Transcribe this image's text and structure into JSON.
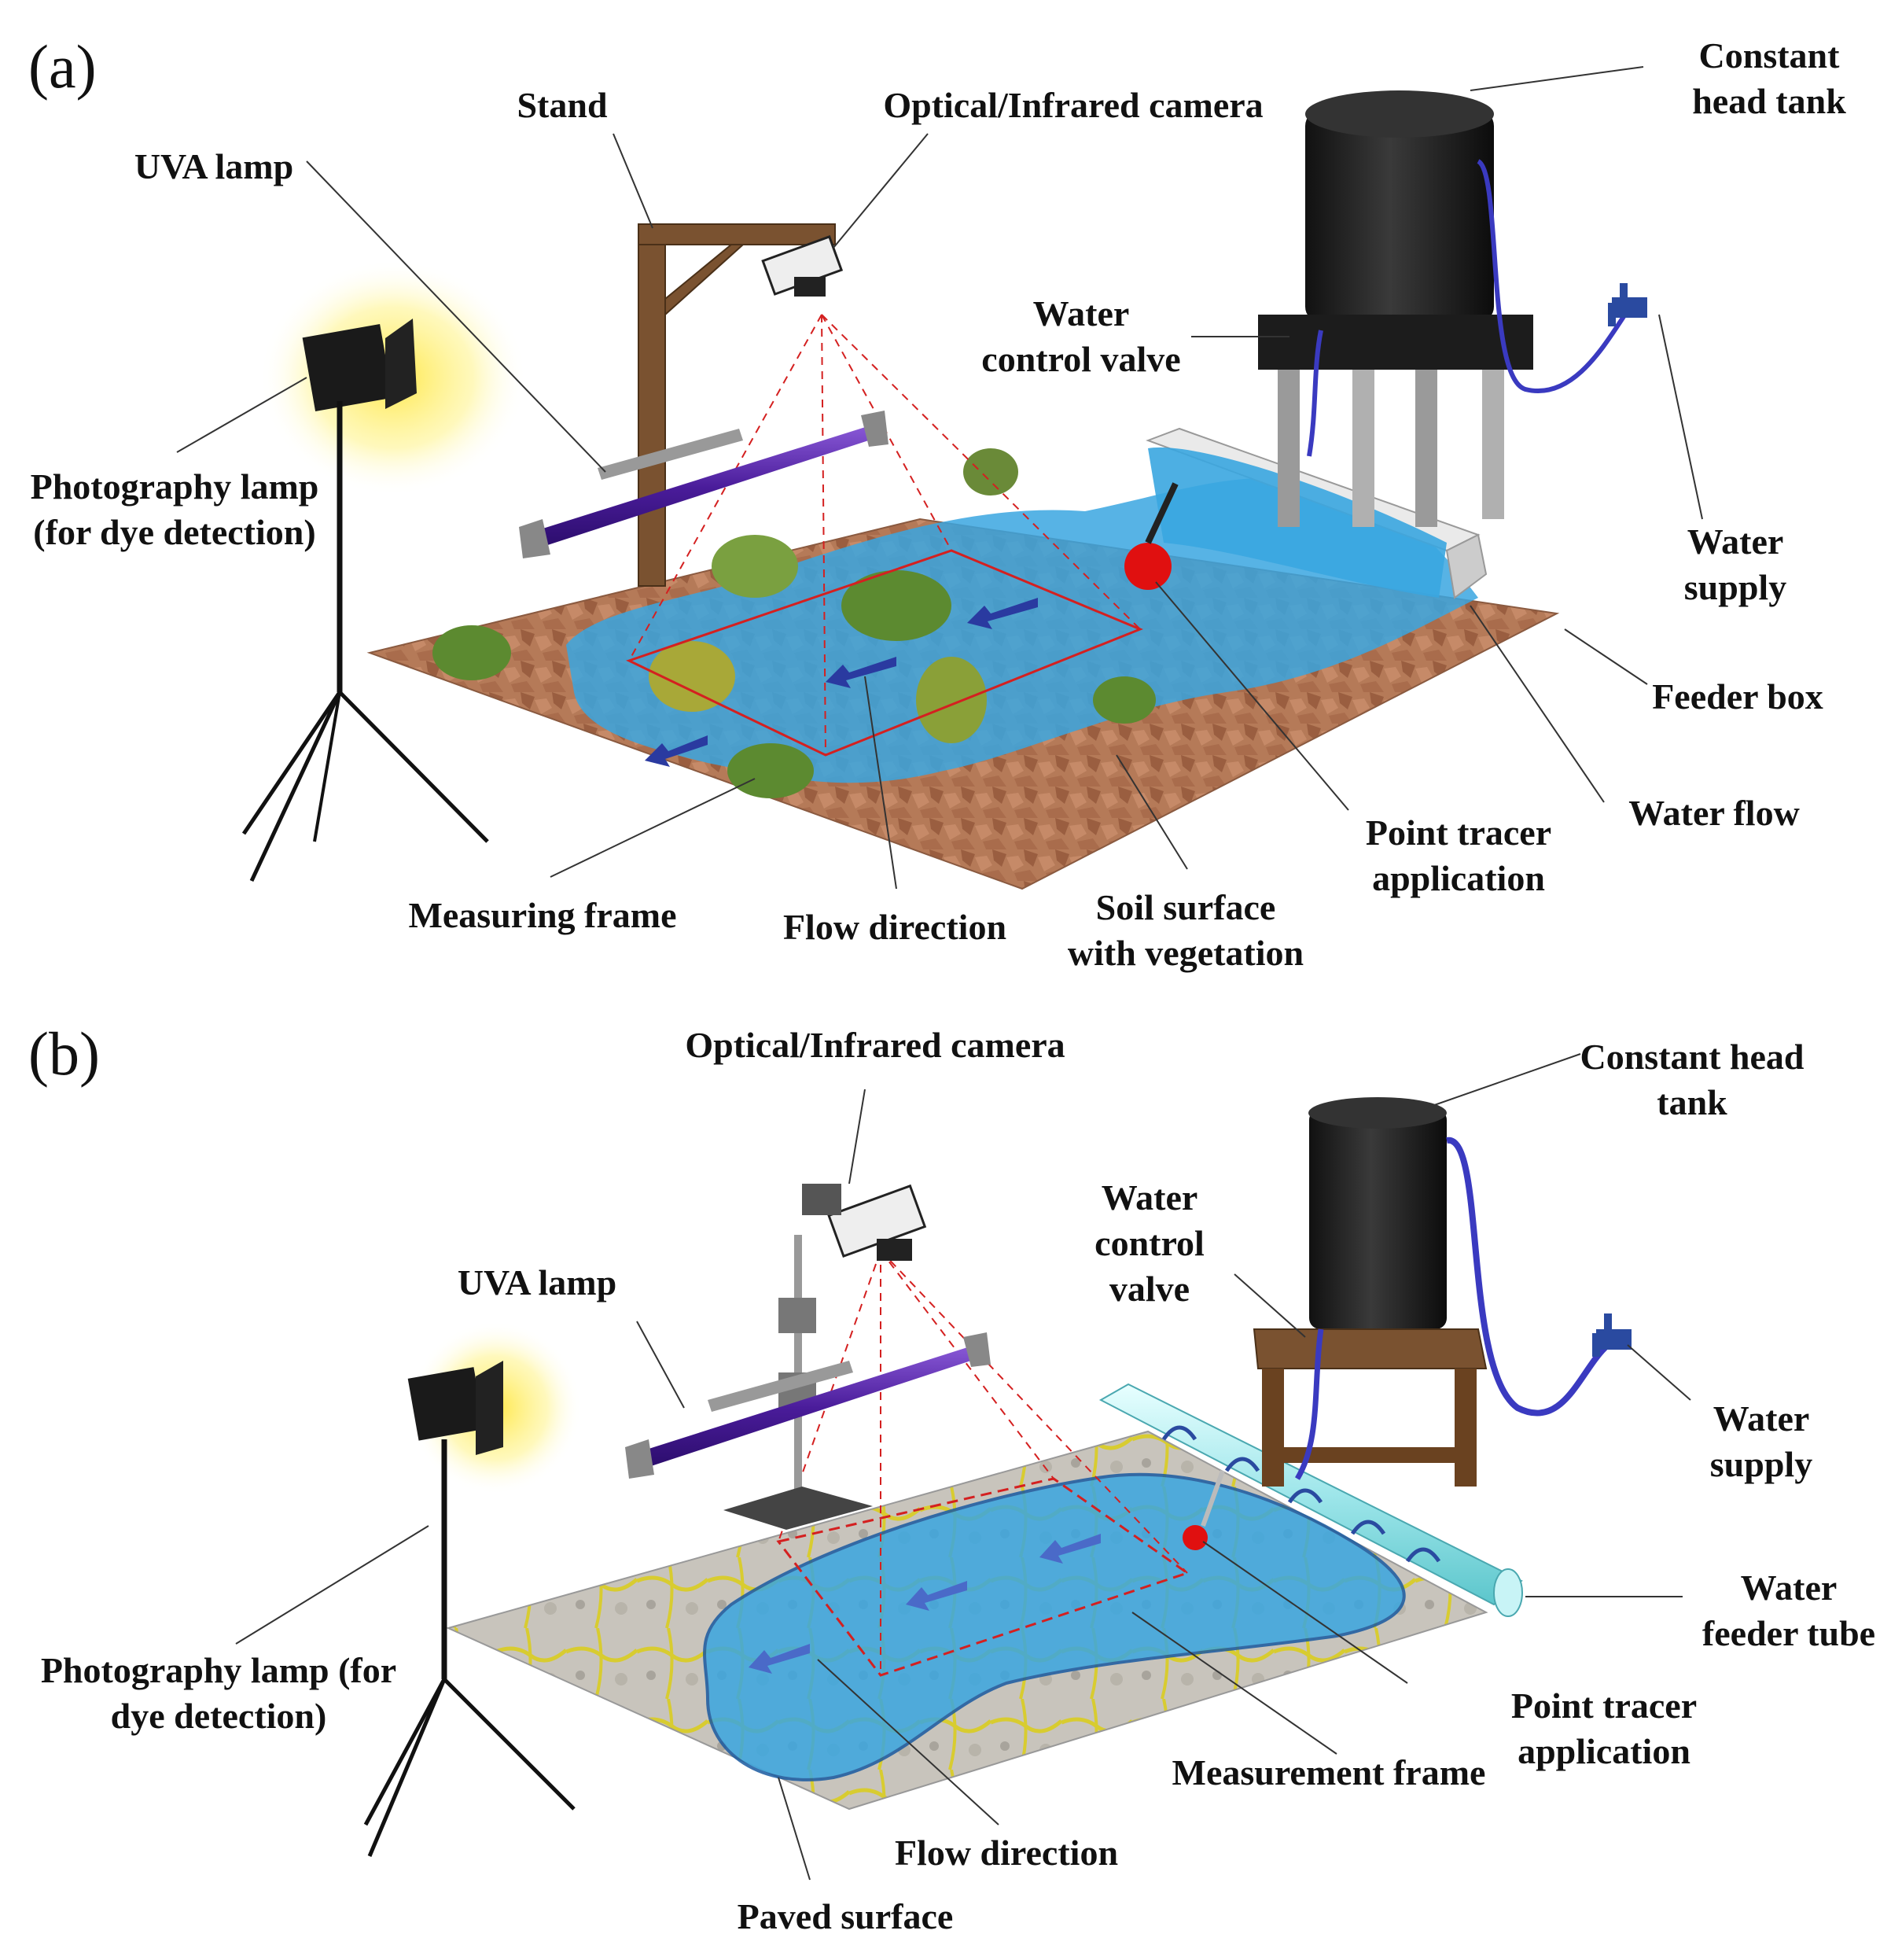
{
  "panels": {
    "a": {
      "letter": "(a)",
      "labels": {
        "constant_head_tank": [
          "Constant",
          "head tank"
        ],
        "stand": "Stand",
        "camera": "Optical/Infrared camera",
        "uva_lamp": "UVA lamp",
        "water_control_valve": [
          "Water",
          "control valve"
        ],
        "photography_lamp": [
          "Photography lamp",
          "(for dye detection)"
        ],
        "water_supply": [
          "Water",
          "supply"
        ],
        "feeder_box": "Feeder box",
        "water_flow": "Water flow",
        "point_tracer": [
          "Point tracer",
          "application"
        ],
        "measuring_frame": "Measuring frame",
        "flow_direction": "Flow direction",
        "soil_surface": [
          "Soil surface",
          "with vegetation"
        ]
      }
    },
    "b": {
      "letter": "(b)",
      "labels": {
        "camera": "Optical/Infrared  camera",
        "constant_head_tank": [
          "Constant head",
          "tank"
        ],
        "water_control_valve": [
          "Water",
          "control",
          "valve"
        ],
        "uva_lamp": "UVA lamp",
        "water_supply": [
          "Water",
          "supply"
        ],
        "water_feeder_tube": [
          "Water",
          "feeder tube"
        ],
        "photography_lamp": [
          "Photography lamp  (for",
          "dye detection)"
        ],
        "point_tracer": [
          "Point tracer",
          "application"
        ],
        "measurement_frame": "Measurement  frame",
        "flow_direction": "Flow direction",
        "paved_surface": "Paved surface"
      }
    }
  },
  "colors": {
    "water": "#3aa6e0",
    "soil": "#b07050",
    "uv_tube": "#5a2ca0",
    "frame": "#d42020",
    "arrow": "#2a3aa0",
    "tank": "#222222",
    "pipe": "#3a3ac0",
    "lamp_glow": "#ffe640",
    "wood": "#7a5230",
    "tracer": "#e01010"
  }
}
